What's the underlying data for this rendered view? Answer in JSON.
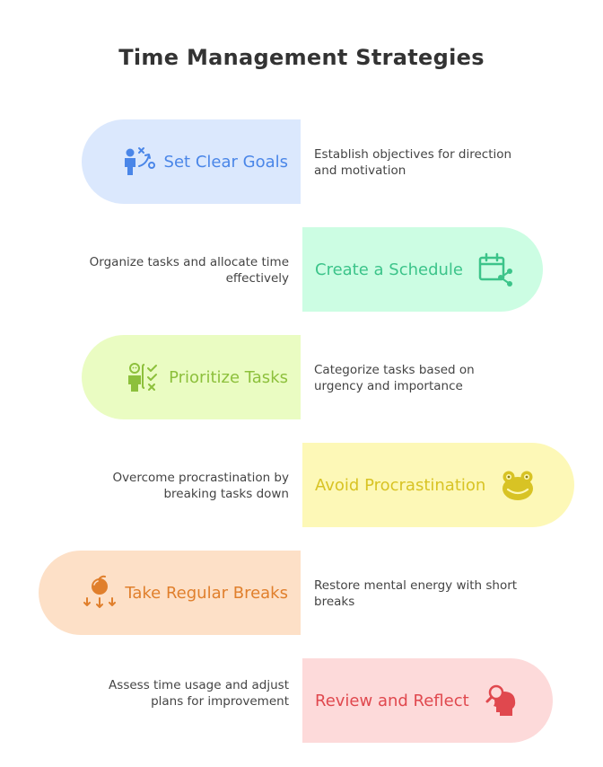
{
  "title": "Time Management Strategies",
  "strategies": [
    {
      "label": "Set Clear Goals",
      "description": "Establish objectives for direction and motivation",
      "color": "#4a86e8",
      "bg": "#dbe8fd",
      "icon": "goal-strategy-icon"
    },
    {
      "label": "Create a Schedule",
      "description": "Organize tasks and allocate time effectively",
      "color": "#3cc48a",
      "bg": "#ccfde3",
      "icon": "calendar-share-icon"
    },
    {
      "label": "Prioritize Tasks",
      "description": "Categorize tasks based on urgency and importance",
      "color": "#8dc03c",
      "bg": "#eafcc2",
      "icon": "person-checklist-icon"
    },
    {
      "label": "Avoid Procrastination",
      "description": "Overcome procrastination by breaking tasks down",
      "color": "#d8c324",
      "bg": "#fdf8b7",
      "icon": "frog-icon"
    },
    {
      "label": "Take Regular Breaks",
      "description": "Restore mental energy with short breaks",
      "color": "#e07f2c",
      "bg": "#fde0c7",
      "icon": "apple-arrows-icon"
    },
    {
      "label": "Review and Reflect",
      "description": "Assess time usage and adjust plans for improvement",
      "color": "#e0484e",
      "bg": "#fddada",
      "icon": "head-search-icon"
    }
  ]
}
